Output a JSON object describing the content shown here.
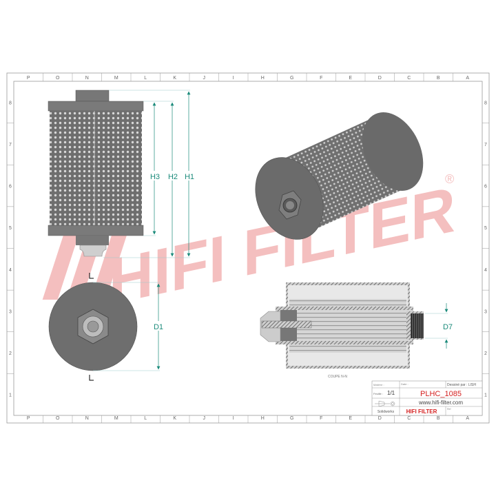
{
  "frame": {
    "columns": [
      "P",
      "O",
      "N",
      "M",
      "L",
      "K",
      "J",
      "I",
      "H",
      "G",
      "F",
      "E",
      "D",
      "C",
      "B",
      "A"
    ],
    "rows": [
      "8",
      "7",
      "6",
      "5",
      "4",
      "3",
      "2",
      "1"
    ]
  },
  "dimensions": {
    "h1": "H1",
    "h2": "H2",
    "h3": "H3",
    "d1": "D1",
    "d7": "D7",
    "color": "#1a8a7a"
  },
  "section_label": "COUPE N-N",
  "watermark": {
    "text": "HIFI FILTER",
    "registered": "®",
    "color": "#f3b4b4"
  },
  "title_block": {
    "material_label": "Matière :",
    "date_label": "Date :",
    "drawn_by": "Dessiné par : LISH",
    "sheet_label": "Feuille :",
    "sheet_value": "1/1",
    "part_number": "PLHC_1085",
    "website": "www.hifi-filter.com",
    "software": "Solidworks",
    "brand": "HIFI FILTER",
    "ref_label": "Ref",
    "brand_color": "#d42020"
  }
}
